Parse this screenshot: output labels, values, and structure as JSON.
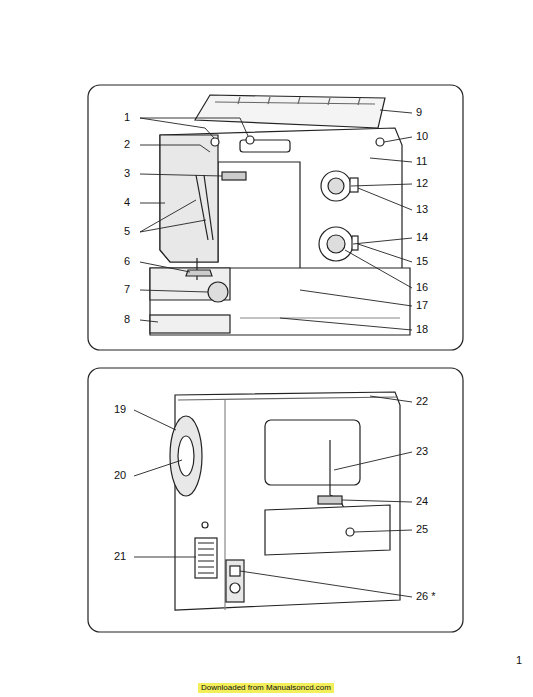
{
  "diagram": {
    "labels": [
      "1",
      "2",
      "3",
      "4",
      "5",
      "6",
      "7",
      "8",
      "9",
      "10",
      "11",
      "12",
      "13",
      "14",
      "15",
      "16",
      "17",
      "18",
      "19",
      "20",
      "21",
      "22",
      "23",
      "24",
      "25",
      "26 *",
      "1",
      "Downloaded from Manualsoncd.com"
    ]
  }
}
